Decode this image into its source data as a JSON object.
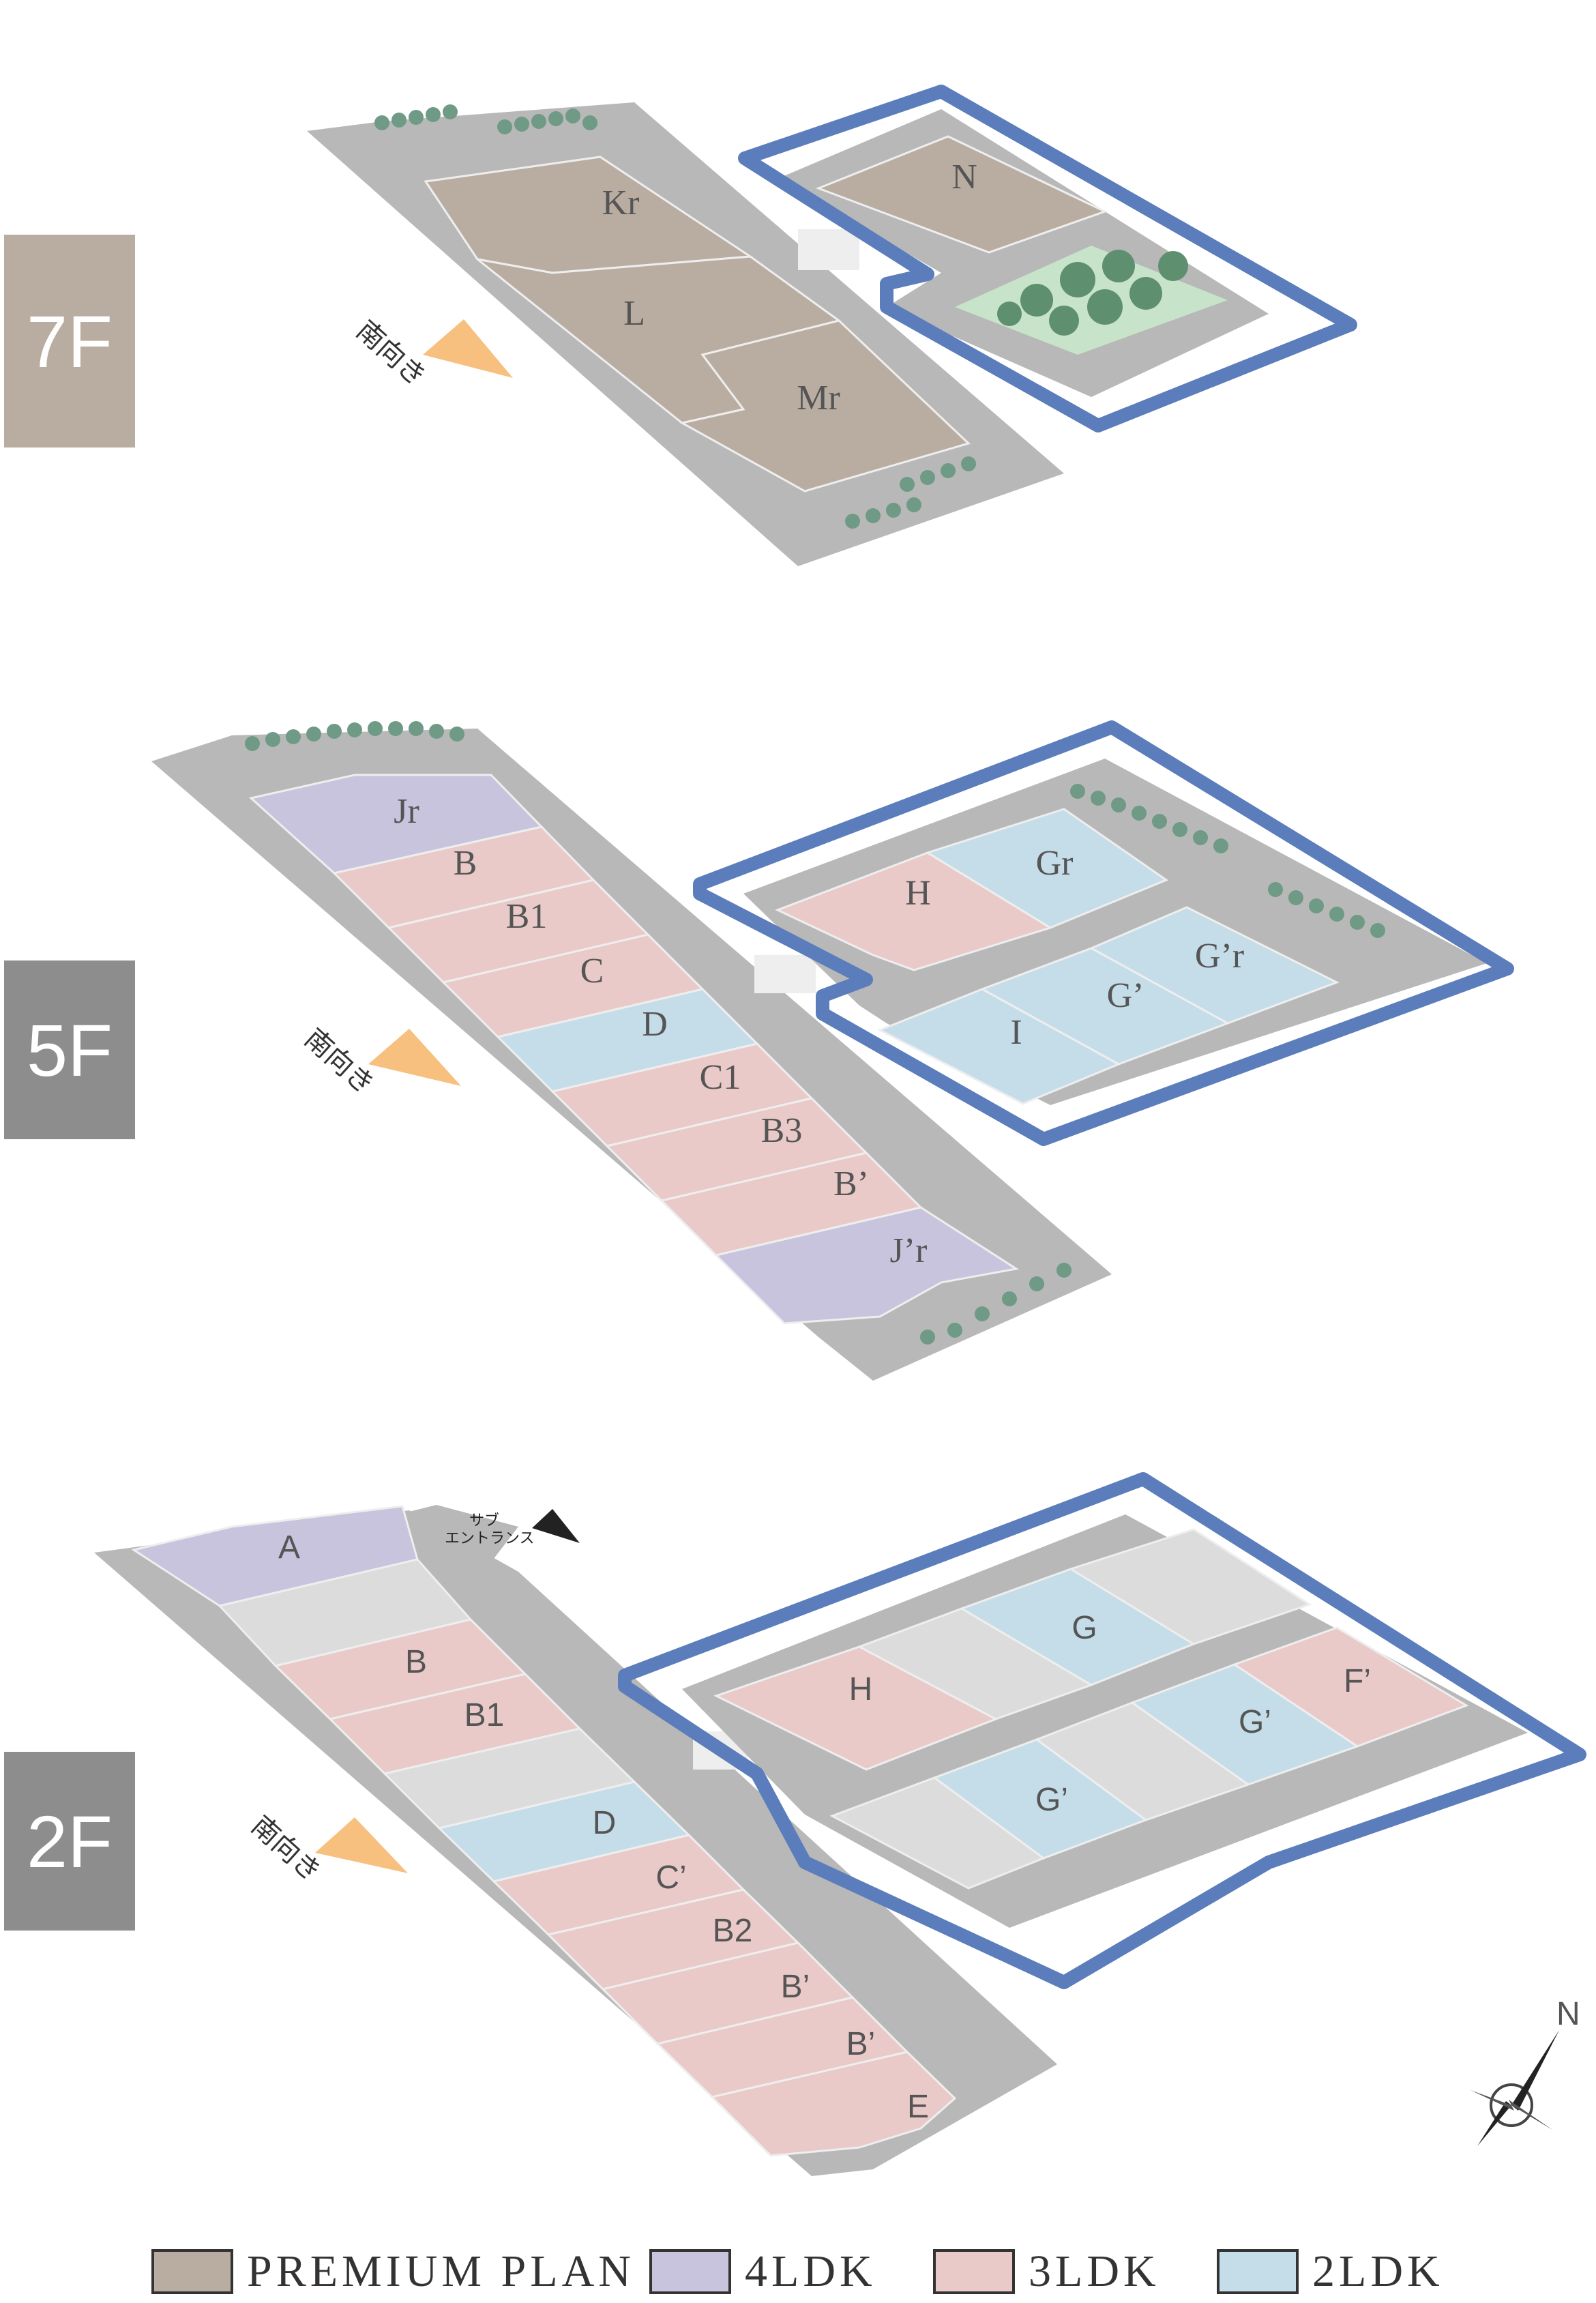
{
  "floors": [
    {
      "id": "7F",
      "label": "7F"
    },
    {
      "id": "5F",
      "label": "5F"
    },
    {
      "id": "2F",
      "label": "2F"
    }
  ],
  "south_label": "南向き",
  "sub_entrance": {
    "line1": "サブ",
    "line2": "エントランス"
  },
  "compass": {
    "label": "N"
  },
  "colors": {
    "premium": "#b9ada2",
    "ldk4": "#c9c4de",
    "ldk3": "#e9cac9",
    "ldk2": "#c5dde9",
    "empty": "#dcdcdc",
    "corridor": "#b8b8b8",
    "outline": "#5b7dbb",
    "south_arrow": "#f7c07f"
  },
  "units": {
    "f7": [
      "Kr",
      "L",
      "Mr",
      "N"
    ],
    "f5": [
      "Jr",
      "B",
      "B1",
      "C",
      "D",
      "C1",
      "B3",
      "B’",
      "J’r",
      "H",
      "Gr",
      "G’r",
      "G’",
      "I"
    ],
    "f2": [
      "A",
      "B",
      "B1",
      "D",
      "C’",
      "B2",
      "B’",
      "B’",
      "E",
      "H",
      "G",
      "F’",
      "G’",
      "G’"
    ]
  },
  "legend": [
    {
      "label": "PREMIUM PLAN",
      "color": "#b9ada2"
    },
    {
      "label": "4LDK",
      "color": "#c9c4de"
    },
    {
      "label": "3LDK",
      "color": "#e9cac9"
    },
    {
      "label": "2LDK",
      "color": "#c5dde9"
    }
  ]
}
